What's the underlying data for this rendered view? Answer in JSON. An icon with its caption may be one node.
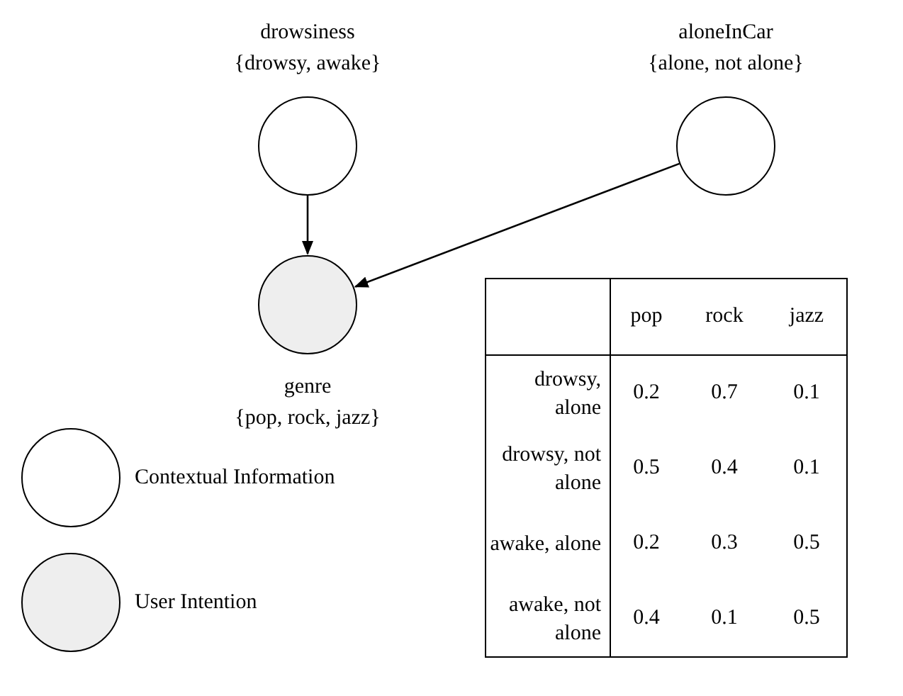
{
  "diagram": {
    "nodes": [
      {
        "text": [
          "drowsiness",
          "{drowsy, awake}"
        ]
      },
      {
        "text": [
          "aloneInCar",
          "{alone, not alone}"
        ]
      },
      {
        "text": [
          "genre",
          "{pop, rock, jazz}"
        ]
      }
    ],
    "edges": [
      {
        "from": 0,
        "to": 2,
        "arrow": "to"
      },
      {
        "from": 1,
        "to": 2,
        "arrow": "to"
      }
    ],
    "labels": [
      "pop",
      "rock",
      "jazz",
      "drowsy, alone",
      "0.2",
      "0.7",
      "0.1",
      "drowsy, not alone",
      "0.5",
      "0.4",
      "0.1",
      "awake, alone",
      "0.2",
      "0.3",
      "0.5",
      "awake, not alone",
      "0.4",
      "0.1",
      "0.5"
    ],
    "legend": [
      {
        "text": "Contextual Information",
        "color": "#ffffff"
      },
      {
        "text": "User Intention",
        "color": "#eeeeee"
      }
    ]
  }
}
